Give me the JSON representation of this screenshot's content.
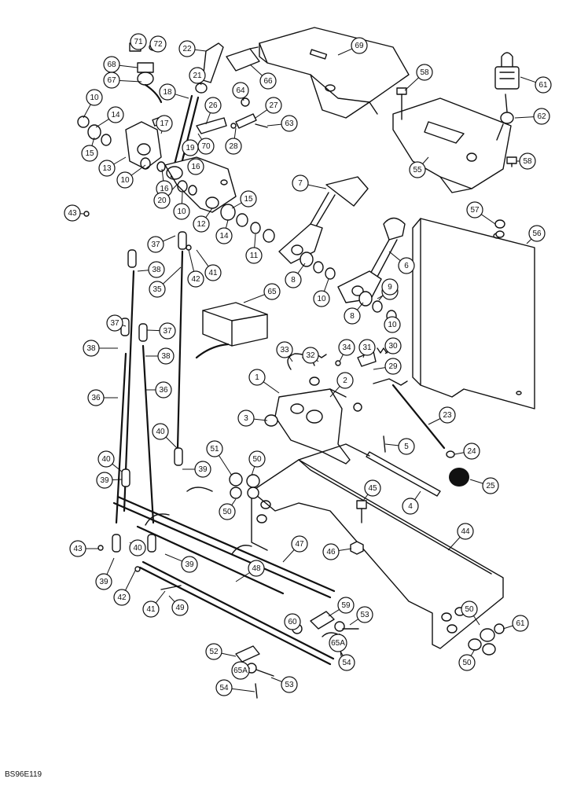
{
  "figure": {
    "code": "BS96E119"
  },
  "callouts": [
    {
      "label": "71"
    },
    {
      "label": "72"
    },
    {
      "label": "22"
    },
    {
      "label": "69"
    },
    {
      "label": "68"
    },
    {
      "label": "67"
    },
    {
      "label": "66"
    },
    {
      "label": "21"
    },
    {
      "label": "18"
    },
    {
      "label": "64"
    },
    {
      "label": "26"
    },
    {
      "label": "27"
    },
    {
      "label": "10"
    },
    {
      "label": "14"
    },
    {
      "label": "15"
    },
    {
      "label": "17"
    },
    {
      "label": "28"
    },
    {
      "label": "63"
    },
    {
      "label": "70"
    },
    {
      "label": "19"
    },
    {
      "label": "13"
    },
    {
      "label": "10"
    },
    {
      "label": "16"
    },
    {
      "label": "16"
    },
    {
      "label": "20"
    },
    {
      "label": "10"
    },
    {
      "label": "15"
    },
    {
      "label": "12"
    },
    {
      "label": "14"
    },
    {
      "label": "11"
    },
    {
      "label": "43"
    },
    {
      "label": "37"
    },
    {
      "label": "41"
    },
    {
      "label": "42"
    },
    {
      "label": "38"
    },
    {
      "label": "35"
    },
    {
      "label": "58"
    },
    {
      "label": "61"
    },
    {
      "label": "62"
    },
    {
      "label": "55"
    },
    {
      "label": "58"
    },
    {
      "label": "7"
    },
    {
      "label": "57"
    },
    {
      "label": "56"
    },
    {
      "label": "6"
    },
    {
      "label": "9"
    },
    {
      "label": "8"
    },
    {
      "label": "10"
    },
    {
      "label": "9"
    },
    {
      "label": "8"
    },
    {
      "label": "10"
    },
    {
      "label": "65"
    },
    {
      "label": "37"
    },
    {
      "label": "37"
    },
    {
      "label": "38"
    },
    {
      "label": "38"
    },
    {
      "label": "33"
    },
    {
      "label": "32"
    },
    {
      "label": "34"
    },
    {
      "label": "31"
    },
    {
      "label": "30"
    },
    {
      "label": "29"
    },
    {
      "label": "1"
    },
    {
      "label": "2"
    },
    {
      "label": "36"
    },
    {
      "label": "36"
    },
    {
      "label": "3"
    },
    {
      "label": "23"
    },
    {
      "label": "40"
    },
    {
      "label": "5"
    },
    {
      "label": "24"
    },
    {
      "label": "51"
    },
    {
      "label": "50"
    },
    {
      "label": "39"
    },
    {
      "label": "40"
    },
    {
      "label": "39"
    },
    {
      "label": "25"
    },
    {
      "label": "50"
    },
    {
      "label": "4"
    },
    {
      "label": "45"
    },
    {
      "label": "44"
    },
    {
      "label": "43"
    },
    {
      "label": "40"
    },
    {
      "label": "47"
    },
    {
      "label": "46"
    },
    {
      "label": "39"
    },
    {
      "label": "39"
    },
    {
      "label": "48"
    },
    {
      "label": "42"
    },
    {
      "label": "41"
    },
    {
      "label": "49"
    },
    {
      "label": "60"
    },
    {
      "label": "59"
    },
    {
      "label": "53"
    },
    {
      "label": "65A"
    },
    {
      "label": "50"
    },
    {
      "label": "61"
    },
    {
      "label": "54"
    },
    {
      "label": "50"
    },
    {
      "label": "52"
    },
    {
      "label": "65A"
    },
    {
      "label": "54"
    },
    {
      "label": "53"
    }
  ]
}
